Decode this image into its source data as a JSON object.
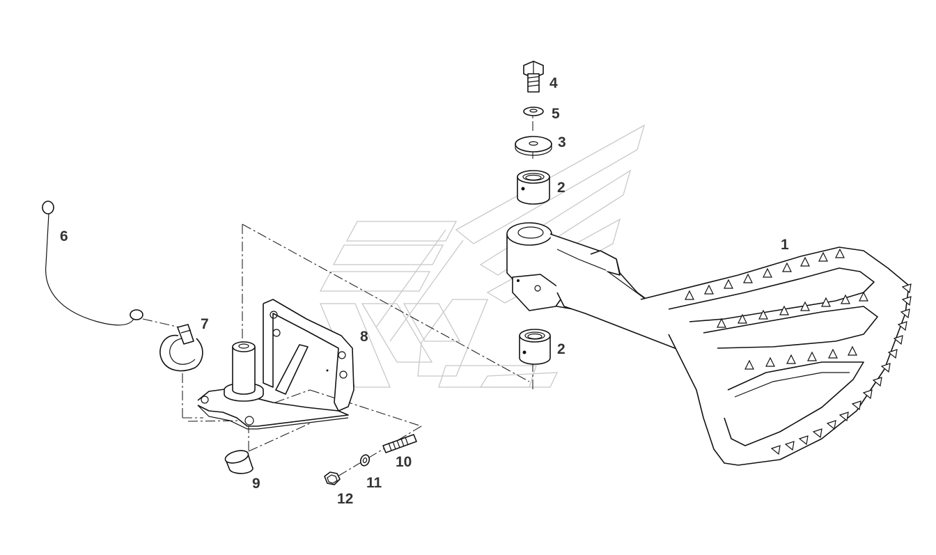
{
  "callouts": {
    "c1": "1",
    "c2a": "2",
    "c2b": "2",
    "c3": "3",
    "c4": "4",
    "c5": "5",
    "c6": "6",
    "c7": "7",
    "c8": "8",
    "c9": "9",
    "c10": "10",
    "c11": "11",
    "c12": "12"
  },
  "colors": {
    "line": "#111111",
    "watermark": "#c8c8c8",
    "callout_text": "#333333",
    "background": "#ffffff"
  }
}
